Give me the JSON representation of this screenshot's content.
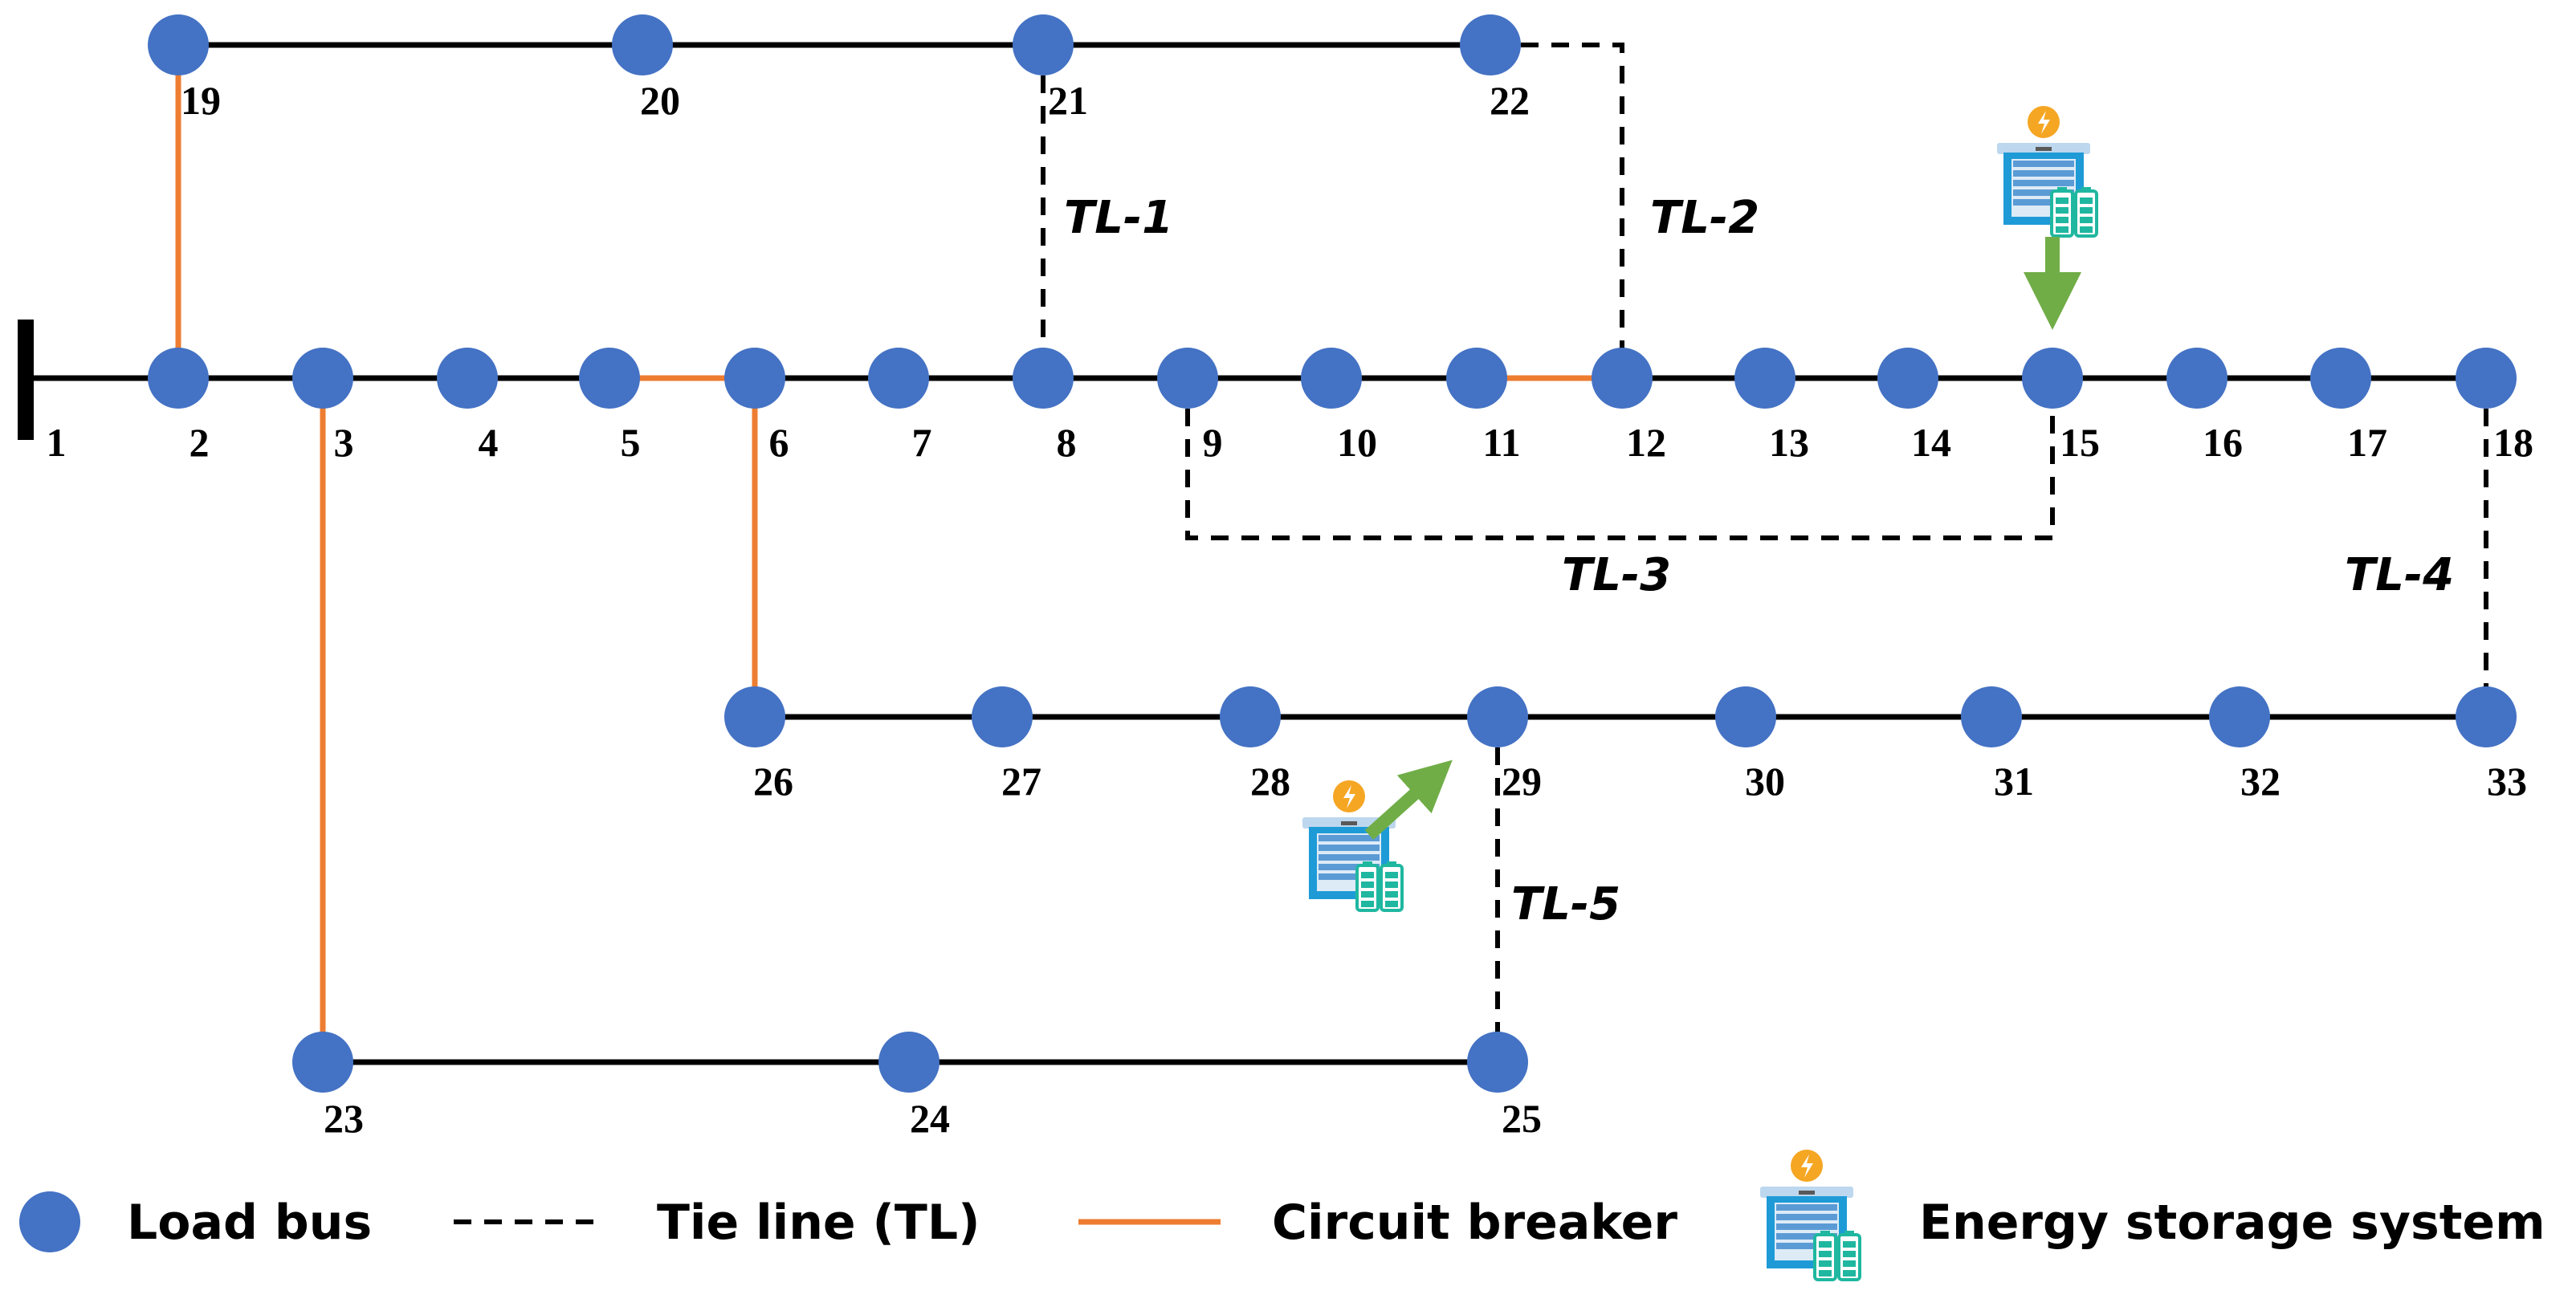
{
  "colors": {
    "bus_fill": "#4472C4",
    "line": "#000000",
    "breaker": "#ED7D31",
    "arrow": "#70AD47",
    "ess_body": "#1E9BD7",
    "ess_roof": "#BDD7EE",
    "battery": "#1FB7A0",
    "bolt_circle": "#F5A623"
  },
  "buses": [
    "1",
    "2",
    "3",
    "4",
    "5",
    "6",
    "7",
    "8",
    "9",
    "10",
    "11",
    "12",
    "13",
    "14",
    "15",
    "16",
    "17",
    "18",
    "19",
    "20",
    "21",
    "22",
    "23",
    "24",
    "25",
    "26",
    "27",
    "28",
    "29",
    "30",
    "31",
    "32",
    "33"
  ],
  "tie_lines": [
    "TL-1",
    "TL-2",
    "TL-3",
    "TL-4",
    "TL-5"
  ],
  "ess_locations": [
    "15",
    "29"
  ],
  "legend": {
    "load_bus": "Load bus",
    "tie_line": "Tie line (TL)",
    "circuit_breaker": "Circuit breaker",
    "energy_storage": "Energy storage system"
  }
}
